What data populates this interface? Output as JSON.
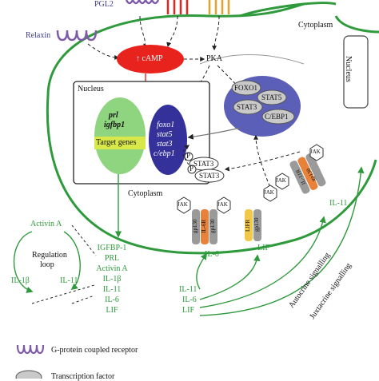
{
  "top": {
    "pgl2": "PGL2",
    "relaxin": "Relaxin"
  },
  "cell": {
    "camp": "↑ cAMP",
    "pka": "PKA",
    "cytoplasm_top": "Cytoplasm",
    "nucleus_right": "Nucleus"
  },
  "nucleus": {
    "title": "Nucleus",
    "genes": [
      "prl",
      "igfbp1"
    ],
    "target_genes": "Target genes",
    "tf_genes": [
      "foxo1",
      "stat5",
      "stat3",
      "c/ebp1"
    ],
    "cytoplasm_mid": "Cytoplasm"
  },
  "tf_complex": [
    "FOXO1",
    "STAT5",
    "STAT3",
    "C/EBP1"
  ],
  "signal": {
    "p1": "P",
    "p2": "P",
    "stat3a": "STAT3",
    "stat3b": "STAT3",
    "jak": [
      "JAK",
      "JAK",
      "JAK",
      "JAK",
      "JAK"
    ],
    "receptors": [
      "gp130",
      "IL-6R",
      "gp130",
      "LIFR",
      "gp130",
      "IL-11R",
      "gp130"
    ],
    "ligands": {
      "il6": "IL-6",
      "lif": "LIF",
      "il11": "IL-11"
    }
  },
  "secreted": [
    "IGFBP-1",
    "PRL",
    "Activin A",
    "IL-1β",
    "IL-11",
    "IL-6",
    "LIF"
  ],
  "regulation": {
    "activin": "Activin A",
    "loop": [
      "Regulation",
      "loop"
    ],
    "il1b": "IL-1β",
    "il11": "IL-11"
  },
  "bottom_ligands": [
    "IL-11",
    "IL-6",
    "LIF"
  ],
  "signalling": {
    "autocrine": "Autocrine signalling",
    "juxtacrine": "Juxtacrine signalling"
  },
  "legend": [
    {
      "label": "G-protein coupled receptor"
    },
    {
      "label": "Transcription factor"
    }
  ],
  "colors": {
    "membrane": "#2e9a3c",
    "camp": "#e8231e",
    "tf_blob": "#5b5fb8",
    "gene_green": "#8fd47f",
    "gene_blue": "#34329a",
    "ligand_text": "#2e9a3c"
  }
}
